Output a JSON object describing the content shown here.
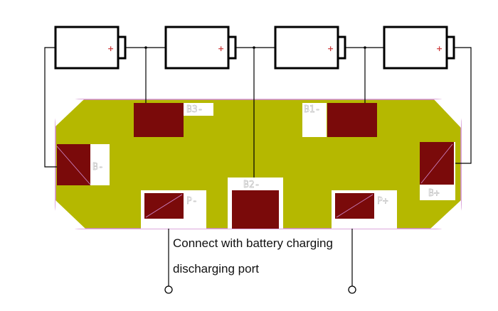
{
  "colors": {
    "board": "#b5b800",
    "board_outline": "#d08ad0",
    "pad": "#7a0a0a",
    "wire": "#000000",
    "label_bg": "#ffffff",
    "plus": "#d04040"
  },
  "batteries": [
    {
      "polarity_mark": "+"
    },
    {
      "polarity_mark": "+"
    },
    {
      "polarity_mark": "+"
    },
    {
      "polarity_mark": "+"
    }
  ],
  "pads": {
    "b3_minus": "B3-",
    "b1_minus": "B1-",
    "b_minus": "B-",
    "b2_minus": "B2-",
    "b_plus": "B+",
    "p_minus": "P-",
    "p_plus": "P+"
  },
  "caption": {
    "line1": "Connect with battery charging",
    "line2": "discharging port"
  }
}
